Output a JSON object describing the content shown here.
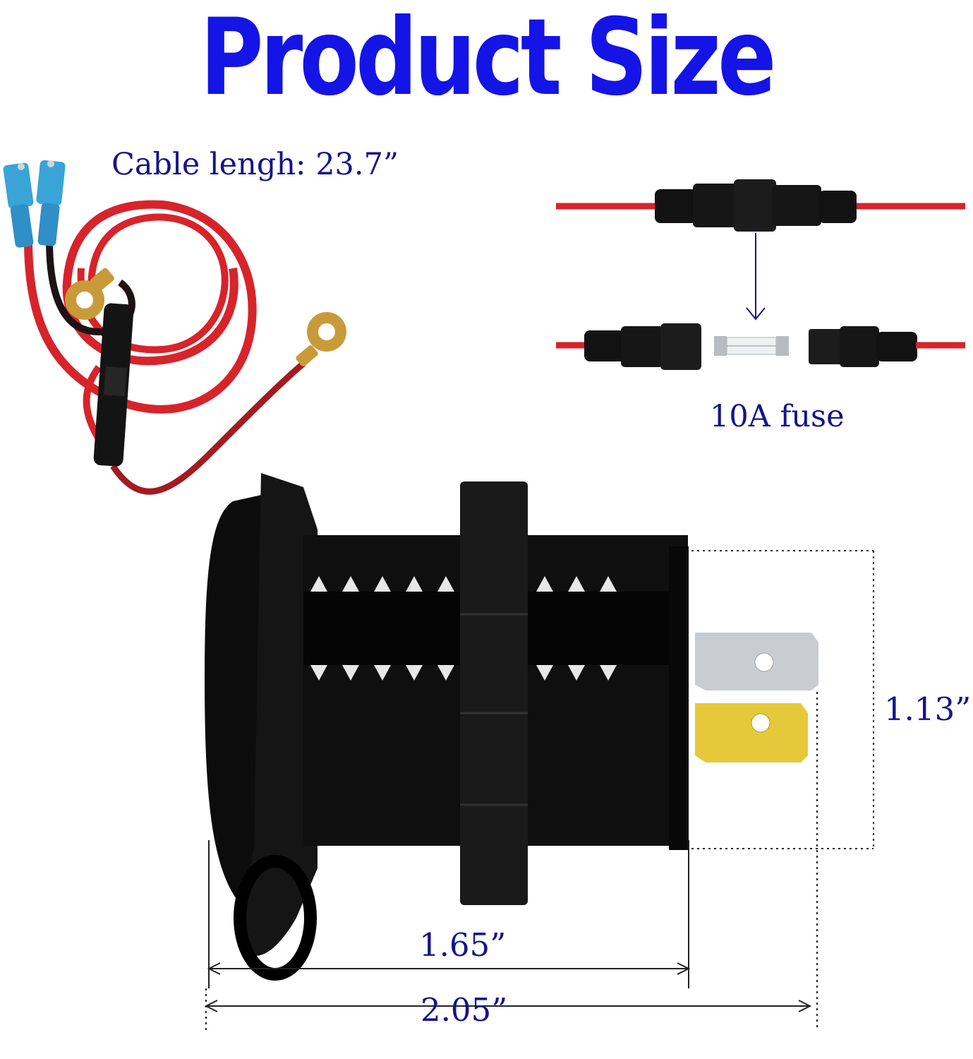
{
  "title": "Product Size",
  "labels": {
    "cable_length": "Cable lengh: 23.7”",
    "fuse": "10A fuse",
    "height": "1.13”",
    "width_inner": "1.65”",
    "width_total": "2.05”"
  },
  "colors": {
    "title": "#1414e6",
    "label": "#14148c",
    "red_wire": "#d7242b",
    "black_body": "#121212",
    "silver_terminal": "#c9ccd0",
    "gold_terminal": "#e6c93a"
  }
}
